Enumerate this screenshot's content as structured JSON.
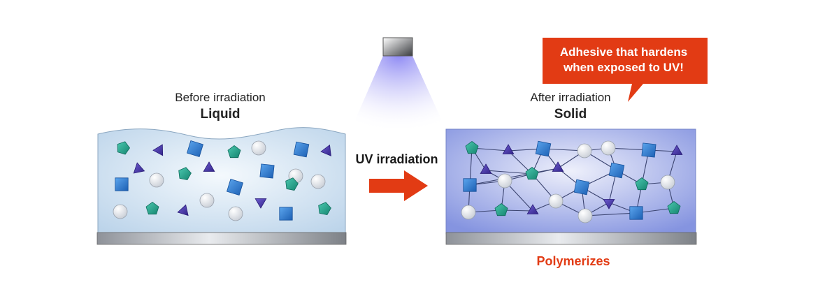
{
  "before": {
    "caption": "Before irradiation",
    "state": "Liquid"
  },
  "after": {
    "caption": "After irradiation",
    "state": "Solid"
  },
  "process": {
    "label": "UV irradiation"
  },
  "result": {
    "label": "Polymerizes"
  },
  "callout": {
    "line1": "Adhesive that hardens",
    "line2": "when exposed to UV!"
  },
  "colors": {
    "arrow": "#e23b14",
    "callout": "#e23b14",
    "square": "#2f7fd0",
    "pentagon": "#21a58e",
    "triangle": "#4b3aa8",
    "sphere": "#e8eaee",
    "liquid": "#c8dcee",
    "solid": "#8f9ee6",
    "uv_light": "#8b86f0"
  },
  "icons": {
    "lamp": "uv-lamp-icon",
    "arrow": "right-arrow-icon",
    "square": "square-molecule-icon",
    "pentagon": "pentagon-molecule-icon",
    "triangle": "triangle-molecule-icon",
    "sphere": "sphere-molecule-icon"
  }
}
